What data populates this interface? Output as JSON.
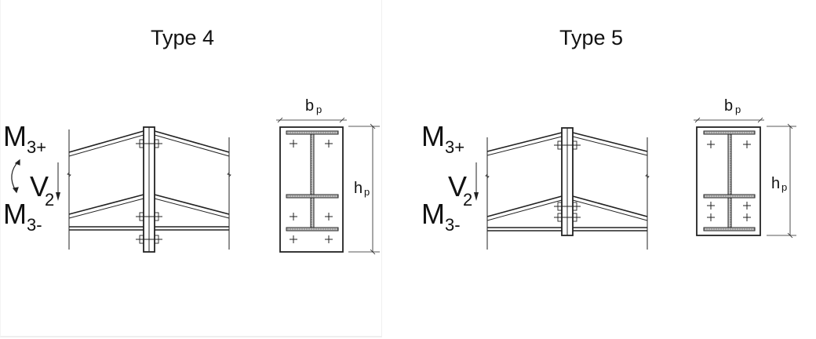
{
  "diagrams": [
    {
      "title": "Type 4",
      "moment_positive": {
        "main": "M",
        "sub": "3+"
      },
      "moment_negative": {
        "main": "M",
        "sub": "3-"
      },
      "shear": {
        "main": "V",
        "sub": "2"
      },
      "plate_width": {
        "main": "b",
        "sub": "p"
      },
      "plate_height": {
        "main": "h",
        "sub": "p"
      },
      "bolt_rows_lower": 2
    },
    {
      "title": "Type 5",
      "moment_positive": {
        "main": "M",
        "sub": "3+"
      },
      "moment_negative": {
        "main": "M",
        "sub": "3-"
      },
      "shear": {
        "main": "V",
        "sub": "2"
      },
      "plate_width": {
        "main": "b",
        "sub": "p"
      },
      "plate_height": {
        "main": "h",
        "sub": "p"
      },
      "bolt_rows_lower": 2
    }
  ],
  "colors": {
    "line": "#222222",
    "fill": "#b8b8b8",
    "background": "#ffffff"
  }
}
